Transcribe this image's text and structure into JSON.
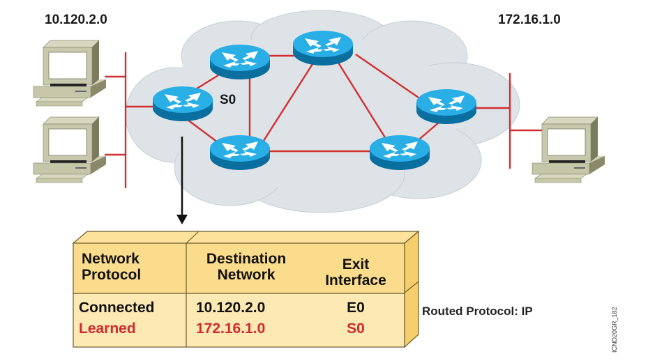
{
  "networks": {
    "left": "10.120.2.0",
    "right": "172.16.1.0"
  },
  "interface_label": "S0",
  "routed_protocol": "Routed Protocol: IP",
  "figure_id": "ICND20GR_182",
  "routing_table": {
    "headers": {
      "protocol": [
        "Network",
        "Protocol"
      ],
      "destination": [
        "Destination",
        "Network"
      ],
      "exit": [
        "Exit",
        "Interface"
      ]
    },
    "rows": [
      {
        "protocol": "Connected",
        "destination": "10.120.2.0",
        "exit": "E0",
        "color": "#111111"
      },
      {
        "protocol": "Learned",
        "destination": "172.16.1.0",
        "exit": "S0",
        "color": "#d02a2e"
      }
    ]
  },
  "colors": {
    "link": "#d32f2f",
    "cloud": "#dde3e6",
    "router_top": "#27a9e1",
    "router_side": "#0a75a8",
    "table_header": "#fbdc8c",
    "table_body": "#fde9b4",
    "table_border": "#6b5a2a"
  }
}
